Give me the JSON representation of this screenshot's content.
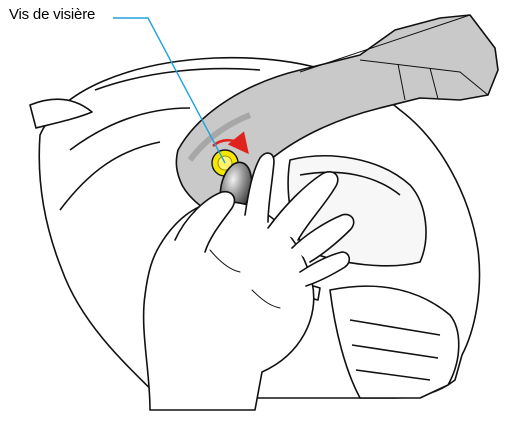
{
  "callout": {
    "label": "Vis de visière",
    "leader_color": "#1fa3dc"
  },
  "colors": {
    "outline": "#111111",
    "visor_fill": "#c9c9c9",
    "visor_dark": "#a7a7a7",
    "screw_highlight": "#f4e600",
    "rotation_arrow": "#e0231c",
    "knob_fill": "#8a8a8a"
  },
  "illustration": {
    "subject": "helmet-with-peak-visor",
    "hand": "left-hand-turning-visor-screw",
    "rotation_direction": "clockwise"
  }
}
